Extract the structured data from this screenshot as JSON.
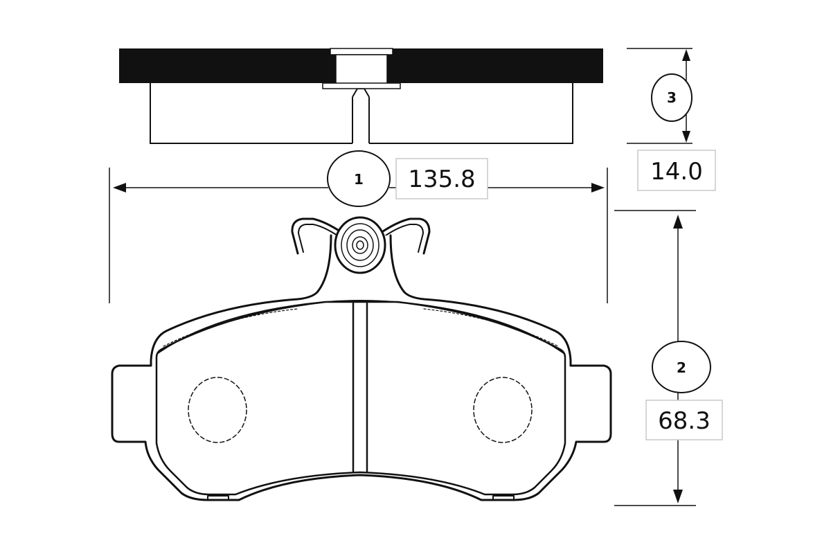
{
  "drawing": {
    "description_icon": "brake-pad-icon",
    "colors": {
      "line": "#111111",
      "fill": "#ffffff",
      "backing_plate": "#111111",
      "label_border": "#c8c8c8"
    }
  },
  "dimensions": {
    "width": {
      "marker": "1",
      "value": "135.8"
    },
    "height": {
      "marker": "2",
      "value": "68.3"
    },
    "thickness": {
      "marker": "3",
      "value": "14.0"
    }
  }
}
